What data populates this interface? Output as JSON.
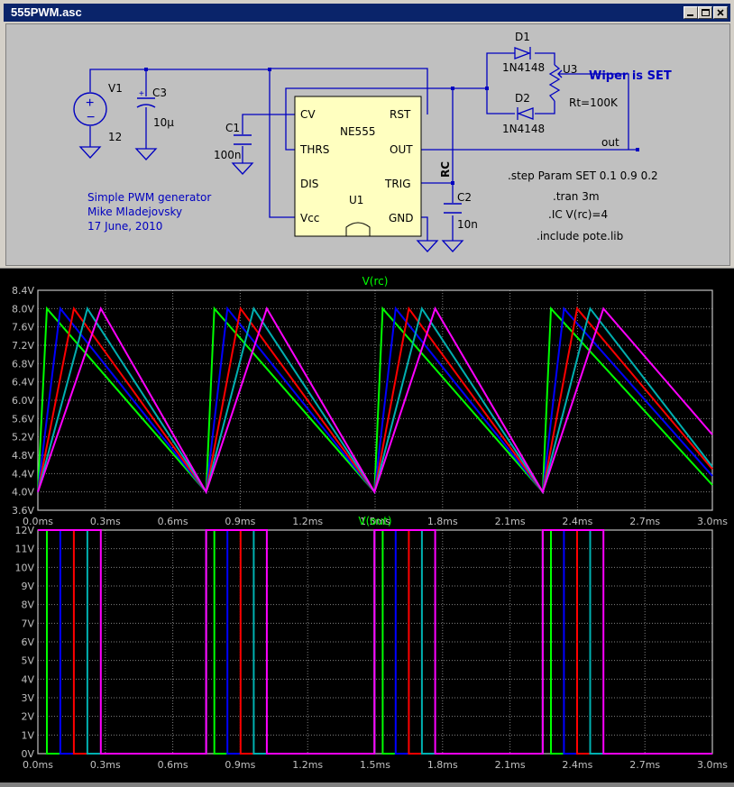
{
  "window": {
    "title": "555PWM.asc"
  },
  "schematic": {
    "v1": {
      "name": "V1",
      "value": "12"
    },
    "c3": {
      "name": "C3",
      "value": "10µ"
    },
    "c1": {
      "name": "C1",
      "value": "100n"
    },
    "c2": {
      "name": "C2",
      "value": "10n"
    },
    "d1": {
      "name": "D1",
      "model": "1N4148"
    },
    "d2": {
      "name": "D2",
      "model": "1N4148"
    },
    "u3": {
      "name": "U3",
      "value": "Rt=100K"
    },
    "u1": {
      "name": "U1",
      "part": "NE555",
      "pins": {
        "cv": "CV",
        "thrs": "THRS",
        "dis": "DIS",
        "vcc": "Vcc",
        "rst": "RST",
        "out": "OUT",
        "trig": "TRIG",
        "gnd": "GND"
      }
    },
    "net_rc": "RC",
    "net_out": "out",
    "wiper_note": "Wiper is SET",
    "notes": [
      "Simple PWM generator",
      "Mike Mladejovsky",
      "17 June, 2010"
    ],
    "directives": [
      ".step Param SET 0.1 0.9 0.2",
      ".tran 3m",
      ".IC V(rc)=4",
      ".include pote.lib"
    ]
  },
  "chart_data": [
    {
      "type": "line",
      "title": "V(rc)",
      "xlim": [
        0,
        3.0
      ],
      "ylim": [
        3.6,
        8.4
      ],
      "xticks": [
        "0.0ms",
        "0.3ms",
        "0.6ms",
        "0.9ms",
        "1.2ms",
        "1.5ms",
        "1.8ms",
        "2.1ms",
        "2.4ms",
        "2.7ms",
        "3.0ms"
      ],
      "yticks": [
        "3.6V",
        "4.0V",
        "4.4V",
        "4.8V",
        "5.2V",
        "5.6V",
        "6.0V",
        "6.4V",
        "6.8V",
        "7.2V",
        "7.6V",
        "8.0V",
        "8.4V"
      ],
      "period_ms": 0.7485,
      "series": [
        {
          "color": "#00ff00",
          "rise_ms": [
            0.04,
            0.0365
          ],
          "points": [
            [
              0,
              4.0
            ],
            [
              0.04,
              8.0
            ],
            [
              0.7485,
              4.0
            ],
            [
              0.785,
              8.0
            ],
            [
              1.497,
              4.0
            ],
            [
              1.5335,
              8.0
            ],
            [
              2.2455,
              4.0
            ],
            [
              2.282,
              8.0
            ],
            [
              3.0,
              4.15
            ]
          ]
        },
        {
          "color": "#0000ff",
          "rise_ms": [
            0.1,
            0.0945
          ],
          "points": [
            [
              0,
              4.0
            ],
            [
              0.1,
              8.0
            ],
            [
              0.7485,
              4.0
            ],
            [
              0.843,
              8.0
            ],
            [
              1.497,
              4.0
            ],
            [
              1.5915,
              8.0
            ],
            [
              2.2455,
              4.0
            ],
            [
              2.34,
              8.0
            ],
            [
              3.0,
              4.35
            ]
          ]
        },
        {
          "color": "#ff0000",
          "rise_ms": [
            0.16,
            0.153
          ],
          "points": [
            [
              0,
              4.0
            ],
            [
              0.16,
              8.0
            ],
            [
              0.7485,
              4.0
            ],
            [
              0.9015,
              8.0
            ],
            [
              1.497,
              4.0
            ],
            [
              1.65,
              8.0
            ],
            [
              2.2455,
              4.0
            ],
            [
              2.3985,
              8.0
            ],
            [
              3.0,
              4.5
            ]
          ]
        },
        {
          "color": "#00b0b0",
          "rise_ms": [
            0.22,
            0.211
          ],
          "points": [
            [
              0,
              4.0
            ],
            [
              0.22,
              8.0
            ],
            [
              0.7485,
              4.0
            ],
            [
              0.96,
              8.0
            ],
            [
              1.497,
              4.0
            ],
            [
              1.708,
              8.0
            ],
            [
              2.2455,
              4.0
            ],
            [
              2.4565,
              8.0
            ],
            [
              3.0,
              4.55
            ]
          ]
        },
        {
          "color": "#ff00ff",
          "rise_ms": [
            0.28,
            0.27
          ],
          "points": [
            [
              0,
              4.0
            ],
            [
              0.28,
              8.0
            ],
            [
              0.7485,
              4.0
            ],
            [
              1.0185,
              8.0
            ],
            [
              1.497,
              4.0
            ],
            [
              1.767,
              8.0
            ],
            [
              2.2455,
              4.0
            ],
            [
              2.5155,
              8.0
            ],
            [
              3.0,
              5.25
            ]
          ]
        }
      ]
    },
    {
      "type": "line",
      "title": "V(out)",
      "xlim": [
        0,
        3.0
      ],
      "ylim": [
        0,
        12
      ],
      "xticks": [
        "0.0ms",
        "0.3ms",
        "0.6ms",
        "0.9ms",
        "1.2ms",
        "1.5ms",
        "1.8ms",
        "2.1ms",
        "2.4ms",
        "2.7ms",
        "3.0ms"
      ],
      "yticks": [
        "0V",
        "1V",
        "2V",
        "3V",
        "4V",
        "5V",
        "6V",
        "7V",
        "8V",
        "9V",
        "10V",
        "11V",
        "12V"
      ],
      "high_v": 12,
      "series": [
        {
          "color": "#00ff00",
          "high_intervals_ms": [
            [
              0,
              0.04
            ],
            [
              0.7485,
              0.785
            ],
            [
              1.497,
              1.5335
            ],
            [
              2.2455,
              2.282
            ]
          ]
        },
        {
          "color": "#0000ff",
          "high_intervals_ms": [
            [
              0,
              0.1
            ],
            [
              0.7485,
              0.843
            ],
            [
              1.497,
              1.5915
            ],
            [
              2.2455,
              2.34
            ]
          ]
        },
        {
          "color": "#ff0000",
          "high_intervals_ms": [
            [
              0,
              0.16
            ],
            [
              0.7485,
              0.9015
            ],
            [
              1.497,
              1.65
            ],
            [
              2.2455,
              2.3985
            ]
          ]
        },
        {
          "color": "#00b0b0",
          "high_intervals_ms": [
            [
              0,
              0.22
            ],
            [
              0.7485,
              0.96
            ],
            [
              1.497,
              1.708
            ],
            [
              2.2455,
              2.4565
            ]
          ]
        },
        {
          "color": "#ff00ff",
          "high_intervals_ms": [
            [
              0,
              0.28
            ],
            [
              0.7485,
              1.0185
            ],
            [
              1.497,
              1.767
            ],
            [
              2.2455,
              2.5155
            ]
          ]
        }
      ]
    }
  ]
}
